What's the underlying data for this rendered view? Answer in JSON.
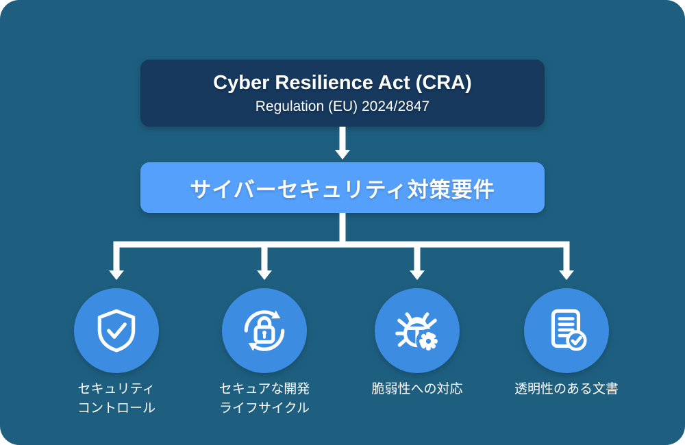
{
  "colors": {
    "card_bg": "#1E5F80",
    "navy_box": "#16395D",
    "blue_box": "#55A0FA",
    "circle": "#3C8CE2",
    "arrow": "#FFFFFF",
    "text": "#FFFFFF"
  },
  "header": {
    "title": "Cyber Resilience Act (CRA)",
    "subtitle": "Regulation (EU) 2024/2847"
  },
  "requirement_box": {
    "label": "サイバーセキュリティ対策要件"
  },
  "items": [
    {
      "icon": "shield-check-icon",
      "label": "セキュリティ\nコントロール"
    },
    {
      "icon": "lock-lifecycle-icon",
      "label": "セキュアな開発\nライフサイクル"
    },
    {
      "icon": "bug-gear-icon",
      "label": "脆弱性への対応"
    },
    {
      "icon": "document-check-icon",
      "label": "透明性のある文書"
    }
  ]
}
